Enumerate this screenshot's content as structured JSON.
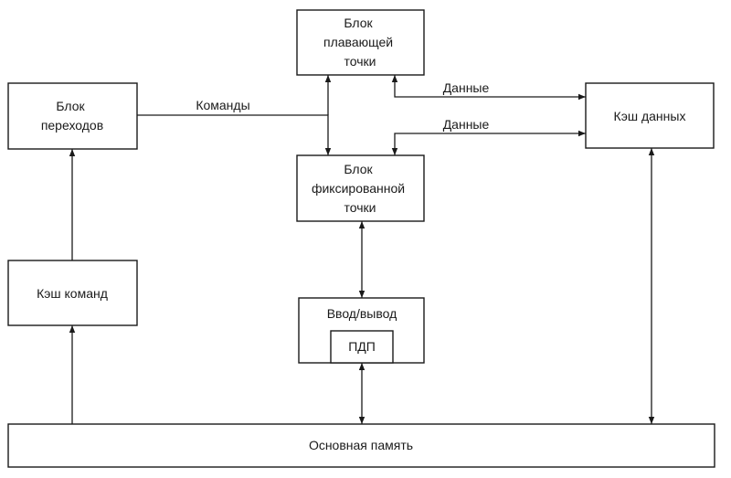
{
  "blocks": {
    "fpu": [
      "Блок",
      "плавающей",
      "точки"
    ],
    "branch": [
      "Блок",
      "переходов"
    ],
    "data_cache": [
      "Кэш данных"
    ],
    "fxu": [
      "Блок",
      "фиксированной",
      "точки"
    ],
    "instr_cache": [
      "Кэш команд"
    ],
    "io": [
      "Ввод/вывод"
    ],
    "dma": [
      "ПДП"
    ],
    "memory": [
      "Основная память"
    ]
  },
  "edges": {
    "commands": "Команды",
    "data_fpu": "Данные",
    "data_fxu": "Данные"
  }
}
